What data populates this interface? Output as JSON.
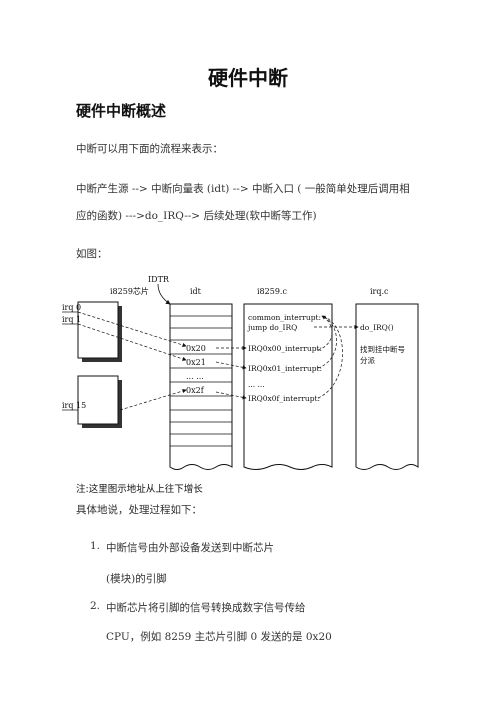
{
  "doc": {
    "title": "硬件中断",
    "section_title": "硬件中断概述",
    "intro": "中断可以用下面的流程来表示：",
    "flow_line1": "中断产生源 --> 中断向量表 (idt) --> 中断入口 ( 一般简单处理后调用相",
    "flow_line2": "应的函数) --->do_IRQ--> 后续处理(软中断等工作)",
    "figure_intro": "如图：",
    "caption": "注:这里图示地址从上往下增长",
    "process_intro": "具体地说，处理过程如下：",
    "steps": [
      {
        "num": "1.",
        "line1": "中断信号由外部设备发送到中断芯片",
        "line2": "(模块)的引脚"
      },
      {
        "num": "2.",
        "line1": "中断芯片将引脚的信号转换成数字信号传给",
        "line2": "CPU，例如 8259 主芯片引脚 0 发送的是 0x20"
      }
    ]
  },
  "diagram": {
    "label_idtr": "IDTR",
    "label_chip": "i8259芯片",
    "label_idt": "idt",
    "label_i8259c": "i8259.c",
    "label_irqc": "irq.c",
    "irq0": "irq 0",
    "irq1": "irq 1",
    "irq15": "irq 15",
    "vec_0x20": "0x20",
    "vec_0x21": "0x21",
    "vec_dots": "... ...",
    "vec_0x2f": "0x2f",
    "code_common1": "common_interrupt:",
    "code_common2": "jump do_IRQ",
    "code_irq0": "IRQ0x00_interrupt:",
    "code_irq1": "IRQ0x01_interrupt:",
    "code_dots": "... ...",
    "code_irqf": "IRQ0x0f_interrupt:",
    "code_doirq": "do_IRQ()",
    "code_note1": "找到挂中断号",
    "code_note2": "分派"
  }
}
